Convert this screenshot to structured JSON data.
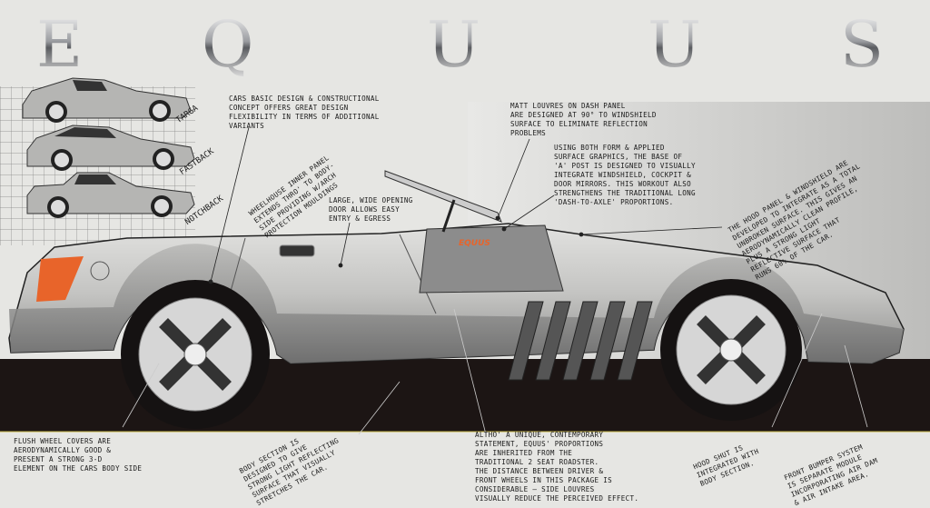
{
  "title": {
    "letters": [
      "E",
      "Q",
      "U",
      "U",
      "S"
    ]
  },
  "variants": [
    "TARGA",
    "FASTBACK",
    "NOTCHBACK"
  ],
  "car_badge": "EQUUS",
  "colors": {
    "background": "#e6e6e3",
    "ground": "#1c1514",
    "accent": "#e8642a",
    "body": "#c9c9c7"
  },
  "notes": {
    "design_concept": "CARS BASIC DESIGN & CONSTRUCTIONAL\nCONCEPT OFFERS GREAT DESIGN\nFLEXIBILITY IN TERMS OF ADDITIONAL\nVARIANTS",
    "wheelhouse": "WHEELHOUSE INNER PANEL\nEXTENDS THRO' TO BODY-\nSIDE PROVIDING W/ARCH\nPROTECTION MOULDINGS",
    "door": "LARGE, WIDE OPENING\nDOOR ALLOWS EASY\nENTRY & EGRESS",
    "louvres": "MATT LOUVRES ON DASH PANEL\nARE DESIGNED AT 90° TO WINDSHIELD\nSURFACE TO ELIMINATE REFLECTION\nPROBLEMS",
    "a_post": "USING BOTH FORM & APPLIED\nSURFACE GRAPHICS, THE BASE OF\n'A' POST IS DESIGNED TO VISUALLY\nINTEGRATE WINDSHIELD, COCKPIT &\nDOOR MIRRORS. THIS WORKOUT ALSO\nSTRENGTHENS THE TRADITIONAL LONG\n'DASH-TO-AXLE' PROPORTIONS.",
    "hood": "THE HOOD PANEL & WINDSHIELD ARE\nDEVELOPED TO INTEGRATE AS A TOTAL\nUNBROKEN SURFACE. THIS GIVES AN\nAERODYNAMICALLY CLEAN PROFILE,\nPLUS A STRONG LIGHT\nREFLECTIVE SURFACE THAT\nRUNS 60% OF THE CAR.",
    "wheel_covers": "FLUSH WHEEL COVERS ARE\nAERODYNAMICALLY GOOD &\nPRESENT A STRONG 3-D\nELEMENT ON THE CARS BODY SIDE",
    "body_section": "BODY SECTION IS\nDESIGNED TO GIVE\nSTRONG LIGHT REFLECTING\nSURFACE THAT VISUALLY\nSTRETCHES THE CAR.",
    "proportions": "ALTHO' A UNIQUE, CONTEMPORARY\nSTATEMENT, EQUUS' PROPORTIONS\nARE INHERITED FROM THE\nTRADITIONAL 2 SEAT ROADSTER.\nTHE DISTANCE BETWEEN DRIVER &\nFRONT WHEELS IN THIS PACKAGE IS\nCONSIDERABLE — SIDE LOUVRES\nVISUALLY REDUCE THE PERCEIVED EFFECT.",
    "hood_shut": "HOOD SHUT IS\nINTEGRATED WITH\nBODY SECTION.",
    "bumper": "FRONT BUMPER SYSTEM\nIS SEPARATE MODULE\nINCORPORATING AIR DAM\n& AIR INTAKE AREA."
  }
}
